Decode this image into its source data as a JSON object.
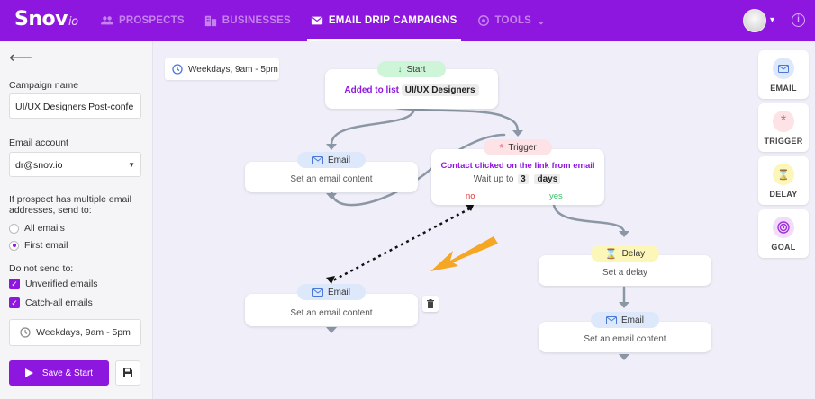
{
  "header": {
    "logo": "Snov",
    "logo_suffix": "io",
    "nav": [
      {
        "label": "PROSPECTS",
        "icon": "people-icon"
      },
      {
        "label": "BUSINESSES",
        "icon": "building-icon"
      },
      {
        "label": "EMAIL DRIP CAMPAIGNS",
        "icon": "envelope-icon"
      },
      {
        "label": "TOOLS",
        "icon": "tools-icon"
      }
    ],
    "tools_caret": "⌄",
    "info": "i"
  },
  "sidebar": {
    "campaign_name_label": "Campaign name",
    "campaign_name_value": "UI/UX Designers Post-confe",
    "email_account_label": "Email account",
    "email_account_value": "dr@snov.io",
    "multiple_label": "If prospect has multiple email addresses, send to:",
    "options": [
      "All emails",
      "First email"
    ],
    "do_not_send_label": "Do not send to:",
    "exclusions": [
      "Unverified emails",
      "Catch-all emails"
    ],
    "schedule": "Weekdays, 9am - 5pm",
    "save_label": "Save & Start"
  },
  "canvas": {
    "schedule_chip": "Weekdays, 9am - 5pm",
    "start": {
      "pill": "Start",
      "text": "Added to list",
      "list": "UI/UX Designers"
    },
    "email1": {
      "pill": "Email",
      "text": "Set an email content"
    },
    "trigger": {
      "pill": "Trigger",
      "text": "Contact clicked on the link from email",
      "wait_prefix": "Wait up to",
      "wait_num": "3",
      "wait_unit": "days",
      "no": "no",
      "yes": "yes"
    },
    "email2": {
      "pill": "Email",
      "text": "Set an email content"
    },
    "delay": {
      "pill": "Delay",
      "text": "Set a delay"
    },
    "email3": {
      "pill": "Email",
      "text": "Set an email content"
    }
  },
  "palette": [
    {
      "label": "EMAIL",
      "color": "#dde9fb"
    },
    {
      "label": "TRIGGER",
      "color": "#fde2e6"
    },
    {
      "label": "DELAY",
      "color": "#fcf6b9"
    },
    {
      "label": "GOAL",
      "color": "#f1dcfb"
    }
  ]
}
